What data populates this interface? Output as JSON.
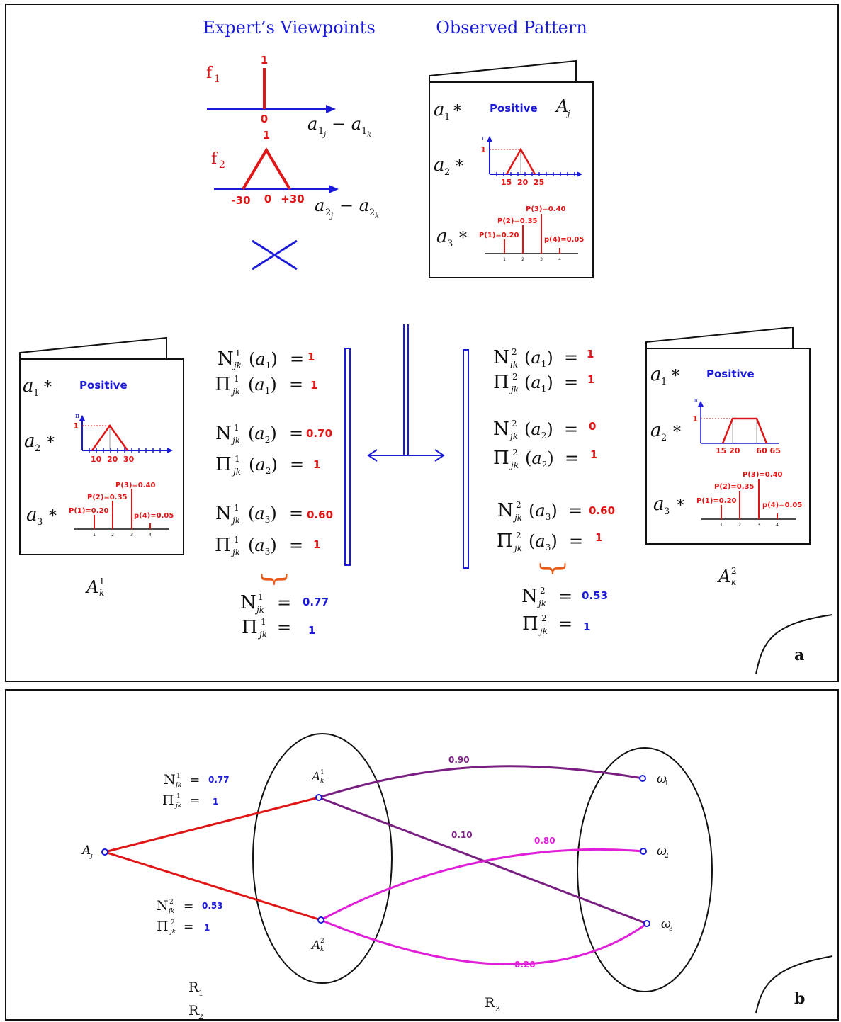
{
  "panel_a": {
    "header_expert": "Expert’s Viewpoints",
    "header_observed": "Observed Pattern",
    "corner_label": "a",
    "f1": {
      "label": "f",
      "sub": "1",
      "peak": "1",
      "zero": "0",
      "axis_a": "a",
      "axis_sub1": "1",
      "axis_subj": "j",
      "axis_minus": "− a",
      "axis_sub2": "1",
      "axis_subk": "k"
    },
    "f2": {
      "label": "f",
      "sub": "2",
      "peak": "1",
      "left": "-30",
      "zero": "0",
      "right": "+30",
      "axis_a": "a",
      "axis_sub1": "2",
      "axis_subj": "j",
      "axis_minus": "− a",
      "axis_sub2": "2",
      "axis_subk": "k"
    },
    "observed_card": {
      "a1": "a",
      "a1_sub": "1",
      "a1_star": "*",
      "a1_value": "Positive",
      "name": "A",
      "name_sub": "j",
      "a2": "a",
      "a2_sub": "2",
      "a2_star": "*",
      "a2_pi": "π",
      "a2_one": "1",
      "a2_ticks": "15  20  25",
      "a3": "a",
      "a3_sub": "3",
      "a3_star": "*",
      "p1": "P(1)=0.20",
      "p2": "P(2)=0.35",
      "p3": "P(3)=0.40",
      "p4": "p(4)=0.05",
      "x1": "1",
      "x2": "2",
      "x3": "3",
      "x4": "4"
    },
    "card_k1": {
      "a1": "a",
      "a1_sub": "1",
      "a1_star": "*",
      "a1_value": "Positive",
      "a2": "a",
      "a2_sub": "2",
      "a2_star": "*",
      "a2_pi": "π",
      "a2_one": "1",
      "a2_ticks": "10  20  30",
      "a3": "a",
      "a3_sub": "3",
      "a3_star": "*",
      "p1": "P(1)=0.20",
      "p2": "P(2)=0.35",
      "p3": "P(3)=0.40",
      "p4": "p(4)=0.05",
      "x1": "1",
      "x2": "2",
      "x3": "3",
      "x4": "4",
      "caption": "A",
      "caption_sup": "1",
      "caption_sub": "k"
    },
    "card_k2": {
      "a1": "a",
      "a1_sub": "1",
      "a1_star": "*",
      "a1_value": "Positive",
      "a2": "a",
      "a2_sub": "2",
      "a2_star": "*",
      "a2_pi": "π",
      "a2_one": "1",
      "a2_ticks": "15 20      60 65",
      "a3": "a",
      "a3_sub": "3",
      "a3_star": "*",
      "p1": "P(1)=0.20",
      "p2": "P(2)=0.35",
      "p3": "P(3)=0.40",
      "p4": "p(4)=0.05",
      "x1": "1",
      "x2": "2",
      "x3": "3",
      "x4": "4",
      "caption": "A",
      "caption_sup": "2",
      "caption_sub": "k"
    },
    "measures_k1": {
      "n1": "1",
      "p1": "1",
      "n2": "0.70",
      "p2": "1",
      "n3": "0.60",
      "p3": "1",
      "n_total": "0.77",
      "p_total": "1",
      "sup": "1"
    },
    "measures_k2": {
      "n1": "1",
      "p1": "1",
      "n2": "0",
      "p2": "1",
      "n3": "0.60",
      "p3": "1",
      "n_total": "0.53",
      "p_total": "1",
      "sup": "2"
    },
    "symbols": {
      "N": "N",
      "Pi": "Π",
      "jk": "jk",
      "ik": "ik",
      "eq": "=",
      "a": "a",
      "brace": "}"
    }
  },
  "panel_b": {
    "corner_label": "b",
    "node_aj": "A",
    "node_aj_sub": "j",
    "node_ak1": "A",
    "node_ak1_sup": "1",
    "node_ak1_sub": "k",
    "node_ak2": "A",
    "node_ak2_sup": "2",
    "node_ak2_sub": "k",
    "omega1": "ω",
    "omega1_sub": "1",
    "omega2": "ω",
    "omega2_sub": "2",
    "omega3": "ω",
    "omega3_sub": "3",
    "edge_k1_w1": "0.90",
    "edge_k1_w3": "0.10",
    "edge_k2_w2": "0.80",
    "edge_k2_w3": "0.20",
    "n1_value": "0.77",
    "p1_value": "1",
    "n2_value": "0.53",
    "p2_value": "1",
    "r1": "R",
    "r1_sub": "1",
    "r2": "R",
    "r2_sub": "2",
    "r3": "R",
    "r3_sub": "3"
  },
  "colors": {
    "red": "#e01515",
    "blue": "#1a1ad8",
    "purple": "#7a1f82",
    "magenta": "#e020d8"
  }
}
